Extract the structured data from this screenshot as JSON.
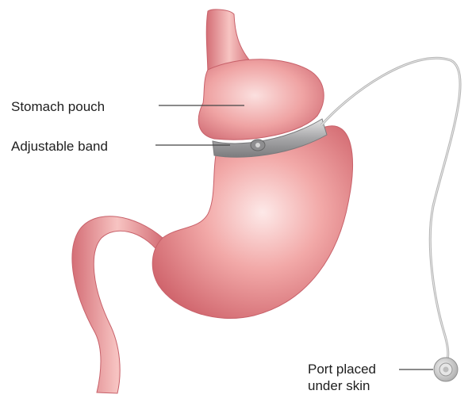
{
  "labels": {
    "stomach_pouch": "Stomach pouch",
    "adjustable_band": "Adjustable band",
    "port_line1": "Port placed",
    "port_line2": "under skin"
  },
  "colors": {
    "stomach_base": "#e48a8c",
    "stomach_highlight": "#fbe3e2",
    "stomach_shadow": "#c65a63",
    "band": "#a9a9ab",
    "band_highlight": "#d9d9da",
    "tube": "#b4b4b4",
    "leader_line": "#444444",
    "text": "#1e1e1e"
  }
}
